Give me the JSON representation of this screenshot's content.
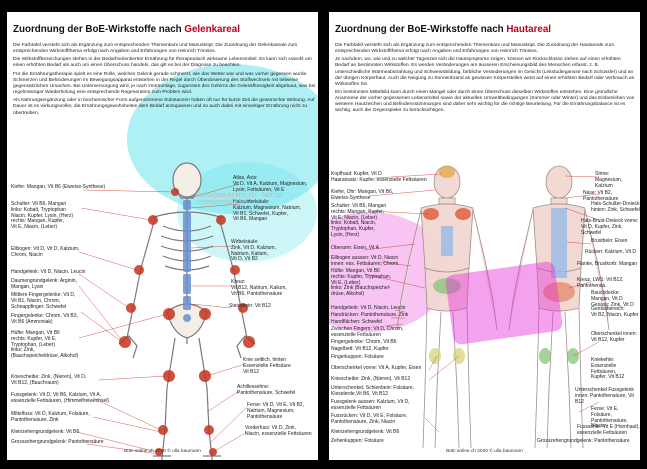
{
  "colors": {
    "accent": "#b8001c",
    "cyan_overlay": "#7fe9ee",
    "magenta_overlay": "#e433d6",
    "bone_red": "#c6341f",
    "bone_blue": "#6b8fd0"
  },
  "left": {
    "title_prefix": "Zuordnung der BoE-Wirkstoffe nach ",
    "title_accent": "Gelenkareal",
    "intro": [
      "Die Farbtafel versteht sich als Ergänzung zum entsprechenden Themenkarx und Manuskript. Die Zuordnung der Gelenkareale zum entsprechenden Wirkstoffthema erfolgt nach Angaben und Erfahrungen von Heinrich Tönnies.",
      "Die Wirkstoffbezeichungen stehen in der Bedarfsorientierten Ernährung für therapeutisch wirksame Lebensmittel. Es kann sich sowohl um einen erhöhten Bedarf als auch um einen Überschuss handeln, das gilt es bei der Diagnose zu beachten.",
      "Für die Ernährungstherapie spielt es eine Rolle, welches Gelenk gerade schmerzt, wie das Wetter war und was vorher gegessen wurde. Schmerzen und Behinderungen im Bewegungsapparat entstehen in der Regel durch Überdosierung des Stoffwechsels mit teilweise gegensätzlichen Ursachen. Bei Unterversorgung wird, je nach Hormonlage, zugunsten des Gehirns die Gelenkflüssigkeit abgebaut, was bei regelmässiger Wiederholung eine entsprechende Regeneration zum Problem wird.",
      "Als Nahrungsergänzung oder in biochemischer Form aufgenommene Substanzen haben oft nur für kurze Zeit die gewünschte Wirkung. Auf Dauer ist es wirkungsvoller, die Ernährungsgewohnheiten dem Bedarf anzupassen und so auch dabei mit einseitiger Ernährung nicht zu übertreiben."
    ],
    "labels": [
      {
        "id": "kiefer",
        "text": "Kiefer: Mangan, Vit B6 (Eiweiss-Synthese)"
      },
      {
        "id": "schulter",
        "text": "Schulter: Vit B6, Mangan\n              links: Kobalt, Tryptophan\n              Niacin, Kupfer, Lysin, (Herz)\n              rechts: Mangan, Kupfer,\n              Vit E, Niacin, (Leber)"
      },
      {
        "id": "ellbogen",
        "text": "Ellbogen: Vit D, Vit D, Kalzium,\n              Chrom, Niacin"
      },
      {
        "id": "handgelenk",
        "text": "Handgelenk: Vit D, Niacin, Leucin"
      },
      {
        "id": "daumen",
        "text": "Daumengrundgelenk: Arginin,\n              Mangan, Lysin"
      },
      {
        "id": "mittlere",
        "text": "Mittlere Fingergelenke: Vit D,\n              Vit B1, Niacin, Chrom,\n              Schnappfinger: Schwefel"
      },
      {
        "id": "finger",
        "text": "Fingergelenke: Chrom, Vit B3,\n              Vit B6 (Ammoniak)"
      },
      {
        "id": "huefte",
        "text": "Hüfte: Mangan, Vit B6\n              rechts: Kupfer, Vit E,\n              Tryptophan, (Leber)\n              links: Zink,\n              (Bauchspeicheldrüse, Alkohol)"
      },
      {
        "id": "kniescheibe",
        "text": "Kniescheibe: Zink, (Nieren), Vit D,\n              Vit B12, (Bauchraum)"
      },
      {
        "id": "fussgelenk",
        "text": "Fussgelenk: Vit D, Vit B6, Kalzium, Vit A,\n              essenzielle Fettsäuren, (Himmelfreiwechsel)"
      },
      {
        "id": "mittelfuss",
        "text": "Mittelfuss: Vit D, Kalzium, Folsäure,\n              Pantothensäure, Zink"
      },
      {
        "id": "kleinzehen",
        "text": "Kleinzehengrundgelenk: Vit B6"
      },
      {
        "id": "grosszehen",
        "text": "Grosszehengrundgelenk: Pantothensäure"
      },
      {
        "id": "atlas",
        "text": "Atlas, Axis:\nVit D, Vit A, Kalzium, Magnesium,\nLysin, Fettsäuren, Vit E"
      },
      {
        "id": "hals",
        "text": "Halswirbelsäule:\nKalzium, Magnesium, Natrium,\nVit B1, Schwefel, Kupfer,\nVit B6, Mangan"
      },
      {
        "id": "wirbel",
        "text": "Wirbelsäule:\nZink, Vit D, Kalzium,\nNatrium, Kalium,\nVit D, Vit B2"
      },
      {
        "id": "kreuz",
        "text": "Kreuz:\nVit B12, Natrium, Kalium,\nVit B6, Pantothensäure"
      },
      {
        "id": "steiss",
        "text": "Steissbein: Vit B12"
      },
      {
        "id": "knie",
        "text": "Knie seitlich, hinten\nEssenzielle Fettsäure\nVit B12"
      },
      {
        "id": "achilles",
        "text": "Achillessehne:\nPantothensäure, Schwefel"
      },
      {
        "id": "ferse",
        "text": "Ferse: Vit D, Vit E, Vit B2,\nNatrium, Magnesium,\nPantothensäure"
      },
      {
        "id": "vorderfuss",
        "text": "Vorderfuss: Vit D, Zink,\nNiacin, essenzielle Fettsäuren"
      }
    ],
    "watermark": "www.boe-online.ch · Not for commercial use",
    "footer": "BoE-online.ch 2020 © ulla baumann"
  },
  "right": {
    "title_prefix": "Zuordnung der BoE-Wirkstoffe nach ",
    "title_accent": "Hautareal",
    "intro": [
      "Die Farbtafel versteht sich als Ergänzung zum entsprechenden Themenkarx und Manuskript. Die Zuordnung der Hautareale zum entsprechenden Wirkstoffthema erfolgt nach Angaben und Erfahrungen von Heinrich Tönnies.",
      "Je nachdem, wo, wie und zu welcher Tageszeit sich die Hautsymptome zeigen, können wir Rückschlüsse ziehen auf einen erhöhten Bedarf an bestimmten Wirkstoffen. Es werden Veränderungen am äusseren Erscheinungsbild des Menschen erfasst, z. B. unterschiedliche Wärmeabstrahlung und Schweissbildung, farbliche Veränderungen im Gesicht (Leitstudiegansse nach Schüssler) und an der übrigen Körperhaut. Auch die Neigung zu Sonnenbrand an gewissen Körperstellen weist auf einen erhöhten Bedarf oder Verbrauch an Wirkstoffen hin.",
      "Ein bestimmtes Mittelbild kann durch einen Mangel oder durch einen Überschuss dieselben Wirkstoffes entstehen. Eine gründliche Anamnese der vorher gegessenen Lebensmittel sowie der aktuellen Umweltbedingungen (Sommer oder Winter) und das Einbeziehen von weiteren Hautzeichen und Befindensstimmungen sind daher sehr wichtig für die richtige Beurteilung. Für die Ernährungsbalance ist es wichtig, auch die Gegenspieler zu berücksichtigen."
    ],
    "labels": [
      {
        "id": "kopfhaut",
        "text": "Kopfhaut: Kupfer, Vit D\nHaaransatz: Kupfer, essenzielle Fettsäuren"
      },
      {
        "id": "kiefer",
        "text": "Kiefer, Ohr: Mangan, Vit B6,\nEiweiss-Synthese"
      },
      {
        "id": "schulter",
        "text": "Schulter: Vit B6, Mangan\n  rechts: Mangan, Kupfer,\n  Vit E, Niacin, (Leber)\n  links: Kobalt, Niacin,\n  Tryptophan, Kupfer,\n  Lysin, (Herz)"
      },
      {
        "id": "oberarm",
        "text": "Oberarm: Eisen, Vit A"
      },
      {
        "id": "ellbogen",
        "text": "Ellbogen aussen: Vit D, Niacin\n  innen: ess. Fettsäuren, Chrom"
      },
      {
        "id": "huefte",
        "text": "Hüfte: Mangan, Vit B6\n  rechts: Kupfer, Tryptophan,\n  Vit E, (Leber)\n  links: Zink (Bauchspeichel-\n  drüse, Alkohol)"
      },
      {
        "id": "handgelenk",
        "text": "Handgelenk: Vit D, Niacin, Leucin"
      },
      {
        "id": "handruecken",
        "text": "Handrücken: Pantothensäure, Zink"
      },
      {
        "id": "handflaeche",
        "text": "Handflächen: Schwefel"
      },
      {
        "id": "zwischen",
        "text": "Zwischen Fingern: Vit D, Chrom,\n  essenzielle Fettsäuren"
      },
      {
        "id": "fingergelenke",
        "text": "Fingergelenke: Chrom, Vit B6"
      },
      {
        "id": "nagelbett",
        "text": "Nagelbett: Vit B12, Kupfer"
      },
      {
        "id": "fingerkuppen",
        "text": "Fingerkuppen: Folsäure"
      },
      {
        "id": "oberschenkel",
        "text": "Oberschenkel vorne: Vit A, Kupfer, Eisen"
      },
      {
        "id": "kniescheibe",
        "text": "Kniescheibe: Zink, (Nieren), Vit B12"
      },
      {
        "id": "unterschenkel",
        "text": "Unterschenkel, Schienbein: Folsäure,\nKieselerde,Vit B6, Vit B12"
      },
      {
        "id": "fussgelenk",
        "text": "Fussgelenk aussen: Kalzium, Vit D,\n  essenzielle Fettsäuren"
      },
      {
        "id": "fussruecken",
        "text": "Fussrücken: Vit D, Vit E, Folsäure,\n  Pantothensäure, Zink, Niacin"
      },
      {
        "id": "kleinzehen",
        "text": "Kleinzehengrundgelenk: Vit B6"
      },
      {
        "id": "zehenkuppen",
        "text": "Zehenkuppen: Folsäure"
      },
      {
        "id": "stirn",
        "text": "Stirne:\nMagnesium, Kalzium"
      },
      {
        "id": "nase",
        "text": "Nase: Vit B2, Pantothensäure"
      },
      {
        "id": "hals",
        "text": "Hals-Schulter-Dreieck\nhinten: Zink, Schwefel"
      },
      {
        "id": "halsbrust",
        "text": "Hals-Brust-Dreieck vorne:\nVit D, Kupfer, Zink, Schwefel"
      },
      {
        "id": "brust",
        "text": "Brustbein: Eisen"
      },
      {
        "id": "ruecken",
        "text": "Rücken: Kalzium, Vit D"
      },
      {
        "id": "flanke",
        "text": "Flanke, Brustkorb: Mangan"
      },
      {
        "id": "kreuz",
        "text": "Kreuz, LWS: Vit B12, Pantothensä."
      },
      {
        "id": "bauchdecke",
        "text": "Bauchdecke: Mangan, Vit D\nGesäss: Zink, Vit D"
      },
      {
        "id": "genital",
        "text": "Genitalbereich:\nVit B2, Niacin, Kupfer"
      },
      {
        "id": "oberschinnen",
        "text": "Oberschenkel innen:\nVit B12, Kupfer"
      },
      {
        "id": "kniekehle",
        "text": "Kniekehle:\nEssenzielle Fettsäuren,\nKupfer, Vit B12"
      },
      {
        "id": "unterschfuss",
        "text": "Unterschenkel Fussgelenk\ninnen: Pantothensäure, Vit B12"
      },
      {
        "id": "ferse",
        "text": "Ferse: Vit E, Folsäure,\nPantothensäure, Niacin"
      },
      {
        "id": "fusssohle",
        "text": "Fusssohle: Vit E (Hornhaut),\nessenzielle Fettsäuren"
      },
      {
        "id": "grosszehen",
        "text": "Grosszehengrundgelenk: Pantothensäure"
      }
    ],
    "footer": "BoE-online.ch 2020 © ulla baumann"
  }
}
